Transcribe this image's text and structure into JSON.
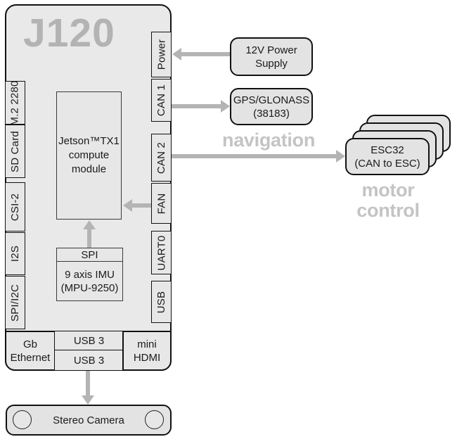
{
  "board": {
    "title": "J120",
    "left_ports": [
      "M.2 2280",
      "SD Card",
      "CSI-2",
      "I2S",
      "SPI/I2C"
    ],
    "right_ports": [
      "Power",
      "CAN 1",
      "CAN 2",
      "FAN",
      "UART0",
      "USB"
    ],
    "compute_module": {
      "line1": "Jetson™TX1",
      "line2": "compute",
      "line3": "module"
    },
    "spi_label": "SPI",
    "imu": {
      "line1": "9 axis IMU",
      "line2": "(MPU-9250)"
    },
    "bottom_ports": {
      "ethernet": {
        "line1": "Gb",
        "line2": "Ethernet"
      },
      "usb3_top": "USB 3",
      "usb3_bottom": "USB 3",
      "hdmi": {
        "line1": "mini",
        "line2": "HDMI"
      }
    }
  },
  "peripherals": {
    "power_supply": {
      "line1": "12V Power",
      "line2": "Supply"
    },
    "gps": {
      "line1": "GPS/GLONASS",
      "line2": "(38183)"
    },
    "esc": {
      "line1": "ESC32",
      "line2": "(CAN to ESC)"
    },
    "stereo_camera": {
      "label": "Stereo Camera"
    }
  },
  "annotations": {
    "navigation": "navigation",
    "motor_line1": "motor",
    "motor_line2": "control"
  },
  "colors": {
    "board_fill": "#e9e9e9",
    "box_fill": "#e3e3e3",
    "border": "#111111",
    "arrow": "#b4b4b4",
    "ghost_text": "#c4c4c4",
    "title_text": "#b3b3b3"
  }
}
